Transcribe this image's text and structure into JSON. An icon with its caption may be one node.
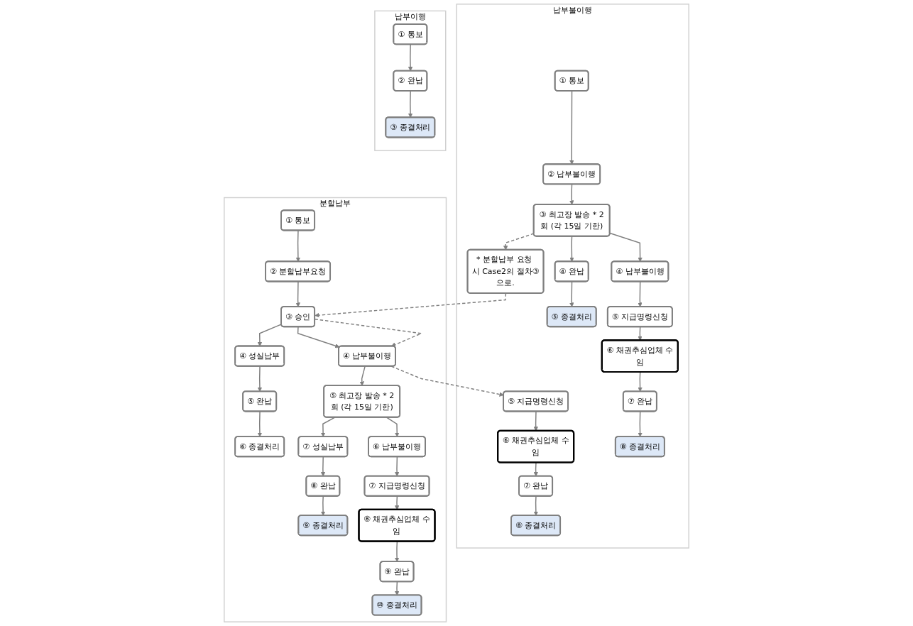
{
  "diagram": {
    "nodes": [
      {
        "text": [
          "납부이행"
        ]
      },
      {
        "text": [
          "① 통보"
        ],
        "in": 0
      },
      {
        "text": [
          "② 완납"
        ],
        "in": 0
      },
      {
        "text": [
          "③ 종결처리"
        ],
        "in": 0
      },
      {
        "text": [
          "분할납부"
        ]
      },
      {
        "text": [
          "① 통보"
        ],
        "in": 4
      },
      {
        "text": [
          "② 분할납부요청"
        ],
        "in": 4
      },
      {
        "text": [
          "③ 승인"
        ],
        "in": 4
      },
      {
        "text": [
          "④ 성실납부"
        ],
        "in": 4
      },
      {
        "text": [
          "④ 납부불이행"
        ],
        "in": 4
      },
      {
        "text": [
          "⑤ 완납"
        ],
        "in": 4
      },
      {
        "text": [
          "⑤ 최고장 발송 * 2회 (각 15일 기한)"
        ],
        "in": 4
      },
      {
        "text": [
          "⑥ 종결처리"
        ],
        "in": 4
      },
      {
        "text": [
          "⑦ 성실납부"
        ],
        "in": 4
      },
      {
        "text": [
          "⑥ 납부불이행"
        ],
        "in": 4
      },
      {
        "text": [
          "⑧ 완납"
        ],
        "in": 4
      },
      {
        "text": [
          "⑦ 지급명령신청"
        ],
        "in": 4
      },
      {
        "text": [
          "⑨ 종결처리"
        ],
        "in": 4
      },
      {
        "text": [
          "⑧ 채권추심업체 수임"
        ],
        "in": 4
      },
      {
        "text": [
          "⑨ 완납"
        ],
        "in": 4
      },
      {
        "text": [
          "⑩ 종결처리"
        ],
        "in": 4
      },
      {
        "text": [
          "납부불이행"
        ]
      },
      {
        "text": [
          "① 통보"
        ],
        "in": 21
      },
      {
        "text": [
          "② 납부불이행"
        ],
        "in": 21
      },
      {
        "text": [
          "③ 최고장 발송 * 2회 (각 15일 기한)"
        ],
        "in": 21
      },
      {
        "text": [
          "④ 완납"
        ],
        "in": 21
      },
      {
        "text": [
          "④ 납부불이행"
        ],
        "in": 21
      },
      {
        "text": [
          "⑤ 종결처리"
        ],
        "in": 21
      },
      {
        "text": [
          "⑤ 지급명령신청"
        ],
        "in": 21
      },
      {
        "text": [
          "* 분할납부 요청 시 Case2의 절차③으로."
        ],
        "in": 21
      },
      {
        "text": [
          "⑥ 채권추심업체 수임"
        ],
        "in": 21
      },
      {
        "text": [
          "⑤ 지급명령신청"
        ],
        "in": 21
      },
      {
        "text": [
          "⑦ 완납"
        ],
        "in": 21
      },
      {
        "text": [
          "⑥ 채권추심업체 수임"
        ],
        "in": 21
      },
      {
        "text": [
          "⑧ 종결처리"
        ],
        "in": 21
      },
      {
        "text": [
          "⑦ 완납"
        ],
        "in": 21
      },
      {
        "text": [
          "⑧ 종결처리"
        ],
        "in": 21
      }
    ],
    "edges": [
      {
        "from": 1,
        "to": 2,
        "arrow": "to"
      },
      {
        "from": 2,
        "to": 3,
        "arrow": "to"
      },
      {
        "from": 5,
        "to": 6,
        "arrow": "to"
      },
      {
        "from": 6,
        "to": 7,
        "arrow": "to"
      },
      {
        "from": 7,
        "to": 8,
        "arrow": "to"
      },
      {
        "from": 7,
        "to": 9,
        "arrow": "to"
      },
      {
        "from": 7,
        "to": 9,
        "arrow": "to",
        "style": "dashed"
      },
      {
        "from": 8,
        "to": 10,
        "arrow": "to"
      },
      {
        "from": 10,
        "to": 12,
        "arrow": "to"
      },
      {
        "from": 9,
        "to": 11,
        "arrow": "to"
      },
      {
        "from": 11,
        "to": 13,
        "arrow": "to"
      },
      {
        "from": 11,
        "to": 14,
        "arrow": "to"
      },
      {
        "from": 13,
        "to": 15,
        "arrow": "to"
      },
      {
        "from": 15,
        "to": 17,
        "arrow": "to"
      },
      {
        "from": 14,
        "to": 16,
        "arrow": "to"
      },
      {
        "from": 16,
        "to": 18,
        "arrow": "to"
      },
      {
        "from": 18,
        "to": 19,
        "arrow": "to"
      },
      {
        "from": 19,
        "to": 20,
        "arrow": "to"
      },
      {
        "from": 22,
        "to": 23,
        "arrow": "to"
      },
      {
        "from": 23,
        "to": 24,
        "arrow": "to"
      },
      {
        "from": 24,
        "to": 25,
        "arrow": "to"
      },
      {
        "from": 24,
        "to": 26,
        "arrow": "to"
      },
      {
        "from": 25,
        "to": 27,
        "arrow": "to"
      },
      {
        "from": 26,
        "to": 28,
        "arrow": "to"
      },
      {
        "from": 28,
        "to": 30,
        "arrow": "to"
      },
      {
        "from": 30,
        "to": 32,
        "arrow": "to"
      },
      {
        "from": 32,
        "to": 34,
        "arrow": "to"
      },
      {
        "from": 31,
        "to": 33,
        "arrow": "to"
      },
      {
        "from": 33,
        "to": 35,
        "arrow": "to"
      },
      {
        "from": 35,
        "to": 36,
        "arrow": "to"
      },
      {
        "from": 29,
        "to": 7,
        "arrow": "to",
        "style": "dashed"
      },
      {
        "from": 24,
        "to": 29,
        "arrow": "to",
        "style": "dashed"
      },
      {
        "from": 9,
        "to": 31,
        "arrow": "to",
        "style": "dashed"
      }
    ]
  }
}
